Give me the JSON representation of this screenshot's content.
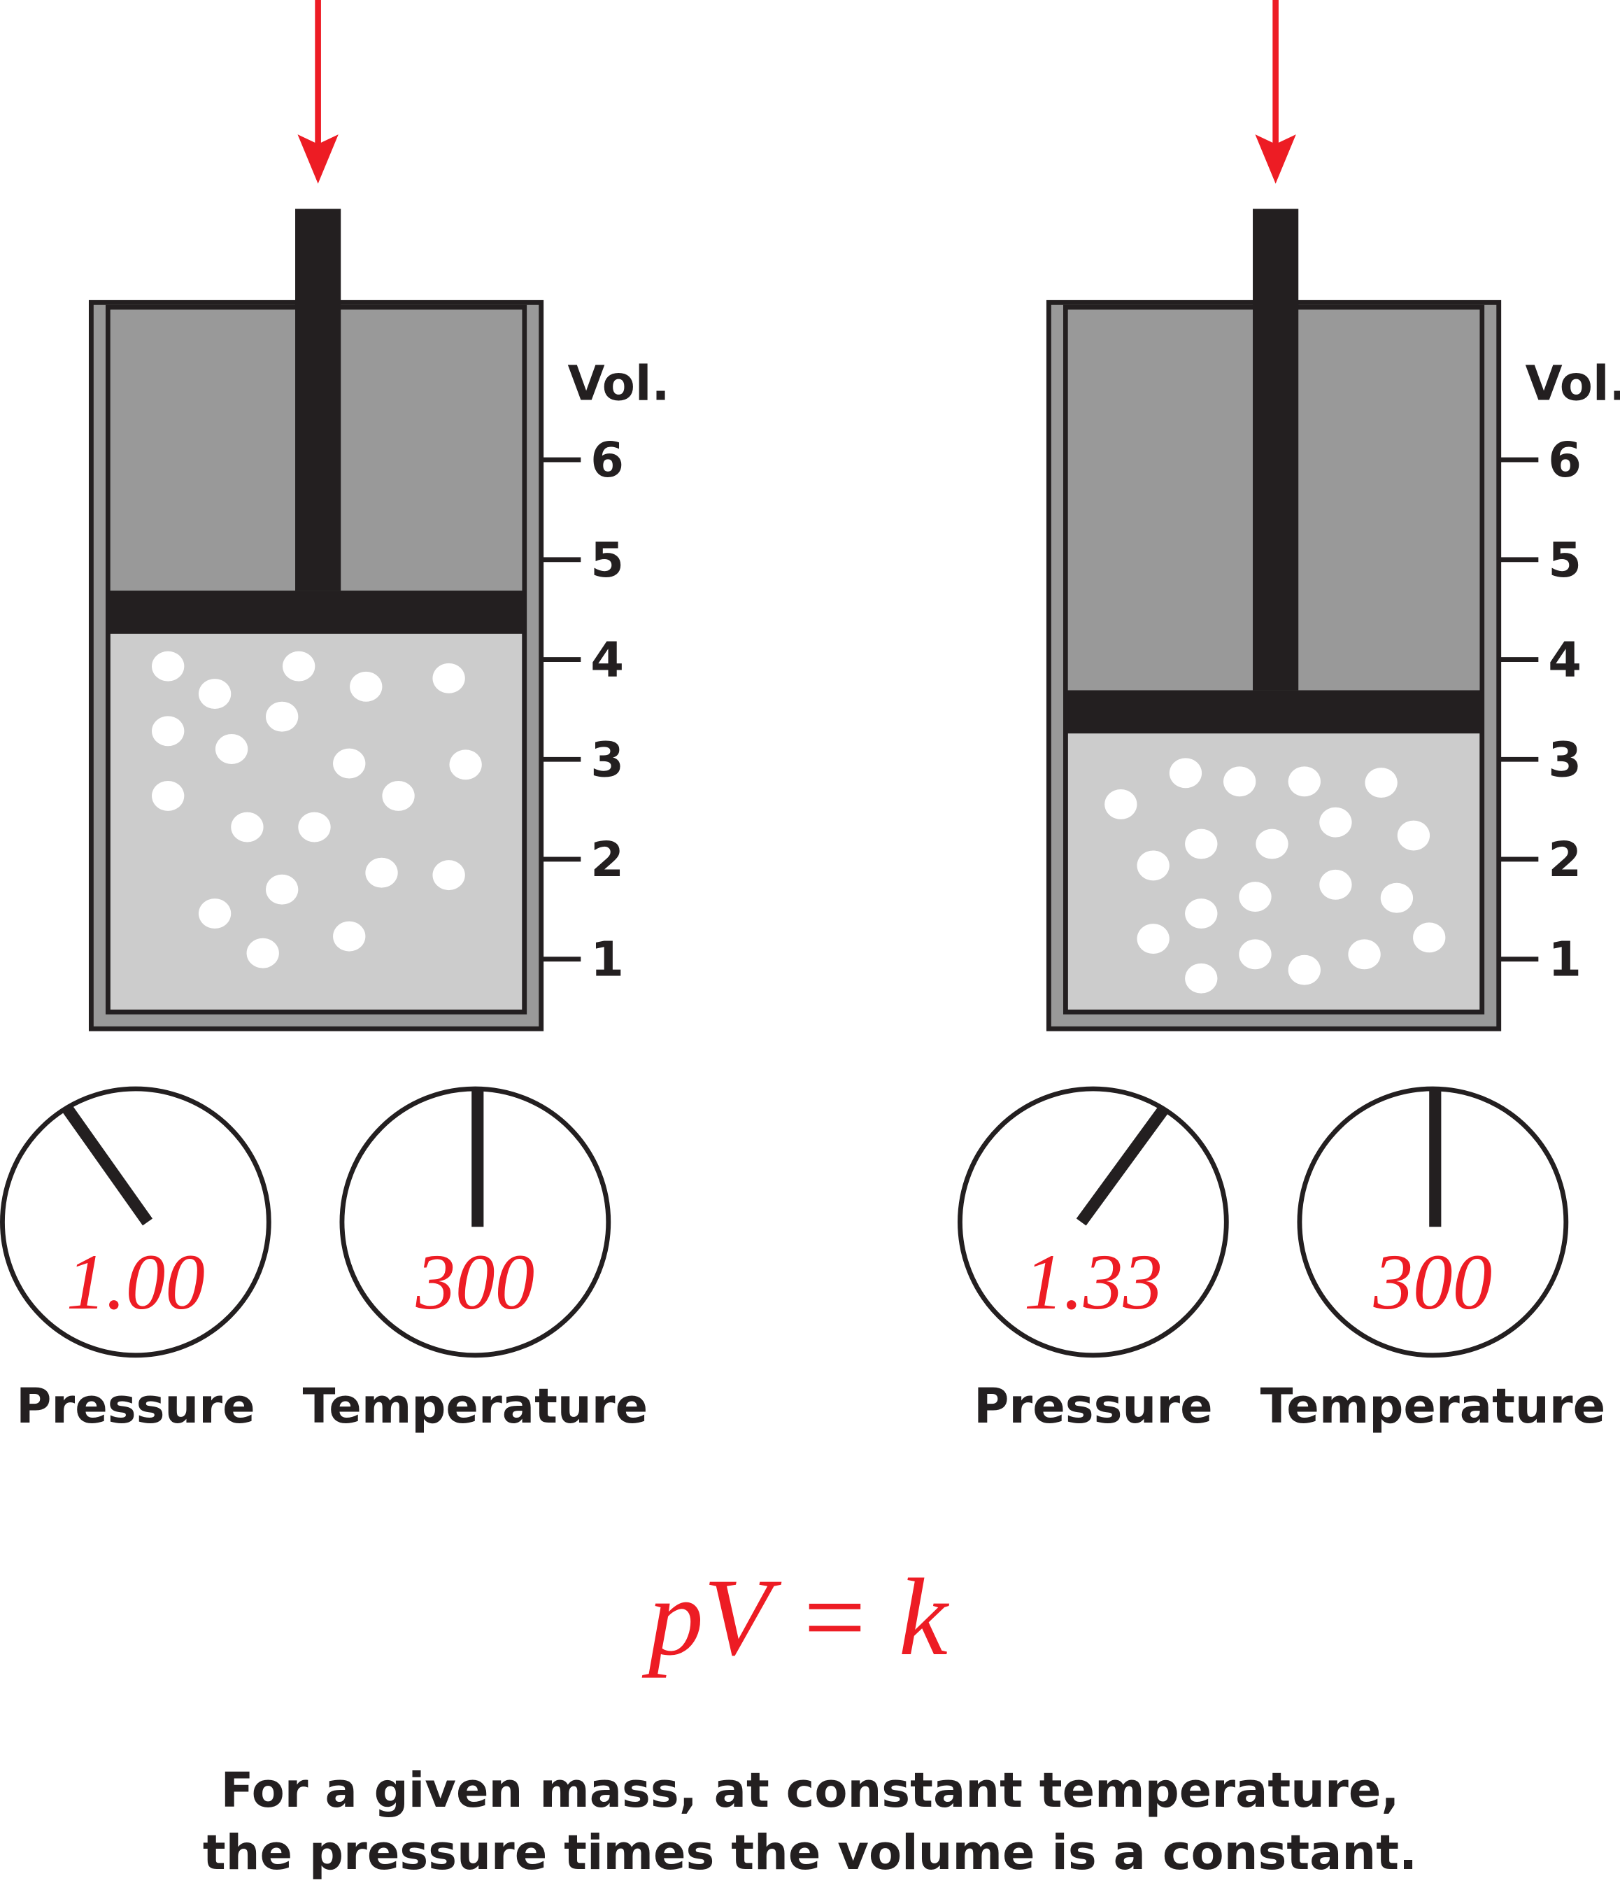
{
  "colors": {
    "arrow": "#ed1c24",
    "dark": "#231f20",
    "wall": "#999999",
    "gas": "#cccccc",
    "particle": "#ffffff"
  },
  "panels": [
    {
      "vol_label": "Vol.",
      "ticks": [
        "6",
        "5",
        "4",
        "3",
        "2",
        "1"
      ],
      "pressure_value": "1.00",
      "pressure_label": "Pressure",
      "temperature_value": "300",
      "temperature_label": "Temperature"
    },
    {
      "vol_label": "Vol.",
      "ticks": [
        "6",
        "5",
        "4",
        "3",
        "2",
        "1"
      ],
      "pressure_value": "1.33",
      "pressure_label": "Pressure",
      "temperature_value": "300",
      "temperature_label": "Temperature"
    }
  ],
  "formula": "pV = k",
  "caption": {
    "line1": "For a given mass, at constant temperature,",
    "line2": "the pressure times the volume is a constant."
  }
}
